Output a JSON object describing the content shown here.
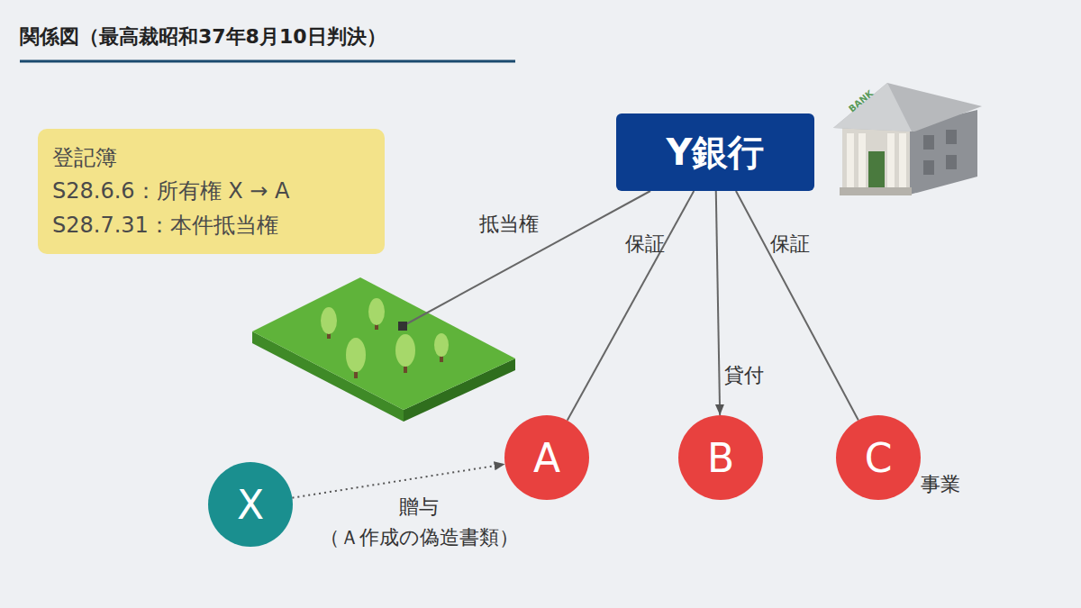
{
  "diagram": {
    "title": "関係図（最高裁昭和37年8月10日判決）",
    "nodes": [
      {
        "text": [
          "登記簿",
          "S28.6.6：所有権 X → A",
          "S28.7.31：本件抵当権"
        ]
      },
      {
        "text": [
          "Y銀行"
        ]
      },
      {
        "text": [
          "A"
        ]
      },
      {
        "text": [
          "B"
        ]
      },
      {
        "text": [
          "C",
          "事業"
        ]
      },
      {
        "text": [
          "X"
        ]
      }
    ],
    "edges": [
      {
        "from": 1,
        "to": 2,
        "label": "保証",
        "arrow": "none"
      },
      {
        "from": 1,
        "to": 3,
        "label": "貸付",
        "arrow": "to"
      },
      {
        "from": 1,
        "to": 4,
        "label": "保証",
        "arrow": "none"
      },
      {
        "from": 5,
        "to": 2,
        "label": "贈与 （Ａ作成の偽造書類）",
        "arrow": "to"
      }
    ],
    "labels": [
      "抵当権",
      "BANK"
    ]
  }
}
